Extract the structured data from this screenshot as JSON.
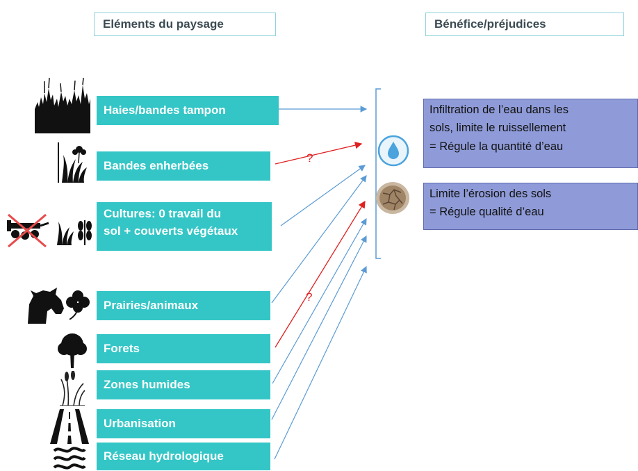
{
  "headers": {
    "left": "Eléments du paysage",
    "right": "Bénéfice/préjudices"
  },
  "elements": [
    {
      "label": "Haies/bandes tampon",
      "icon": "hedge-icon"
    },
    {
      "label": "Bandes enherbées",
      "icon": "grass-flower-icon"
    },
    {
      "label_line1": "Cultures: 0 travail du",
      "label_line2": "sol + couverts végétaux",
      "icon": "crossed-plough-icon"
    },
    {
      "label": "Prairies/animaux",
      "icon": "cow-clover-icon"
    },
    {
      "label": "Forets",
      "icon": "tree-icon"
    },
    {
      "label": "Zones humides",
      "icon": "reed-icon"
    },
    {
      "label": "Urbanisation",
      "icon": "road-icon"
    },
    {
      "label": "Réseau hydrologique",
      "icon": "water-waves-icon"
    }
  ],
  "benefits": [
    {
      "line1": "Infiltration de l’eau dans les",
      "line2": "sols, limite le ruissellement",
      "line3": "= Régule la quantité d’eau",
      "icon": "water-drop-icon"
    },
    {
      "line1": "Limite l’érosion des sols",
      "line2": "= Régule qualité d’eau",
      "icon": "cracked-soil-icon"
    }
  ],
  "uncertain_marks": [
    "?",
    "?"
  ],
  "colors": {
    "element_box": "#34c6c6",
    "benefit_box": "#8f9bd8",
    "arrow_blue": "#5b9bd5",
    "arrow_red": "#e02020"
  }
}
